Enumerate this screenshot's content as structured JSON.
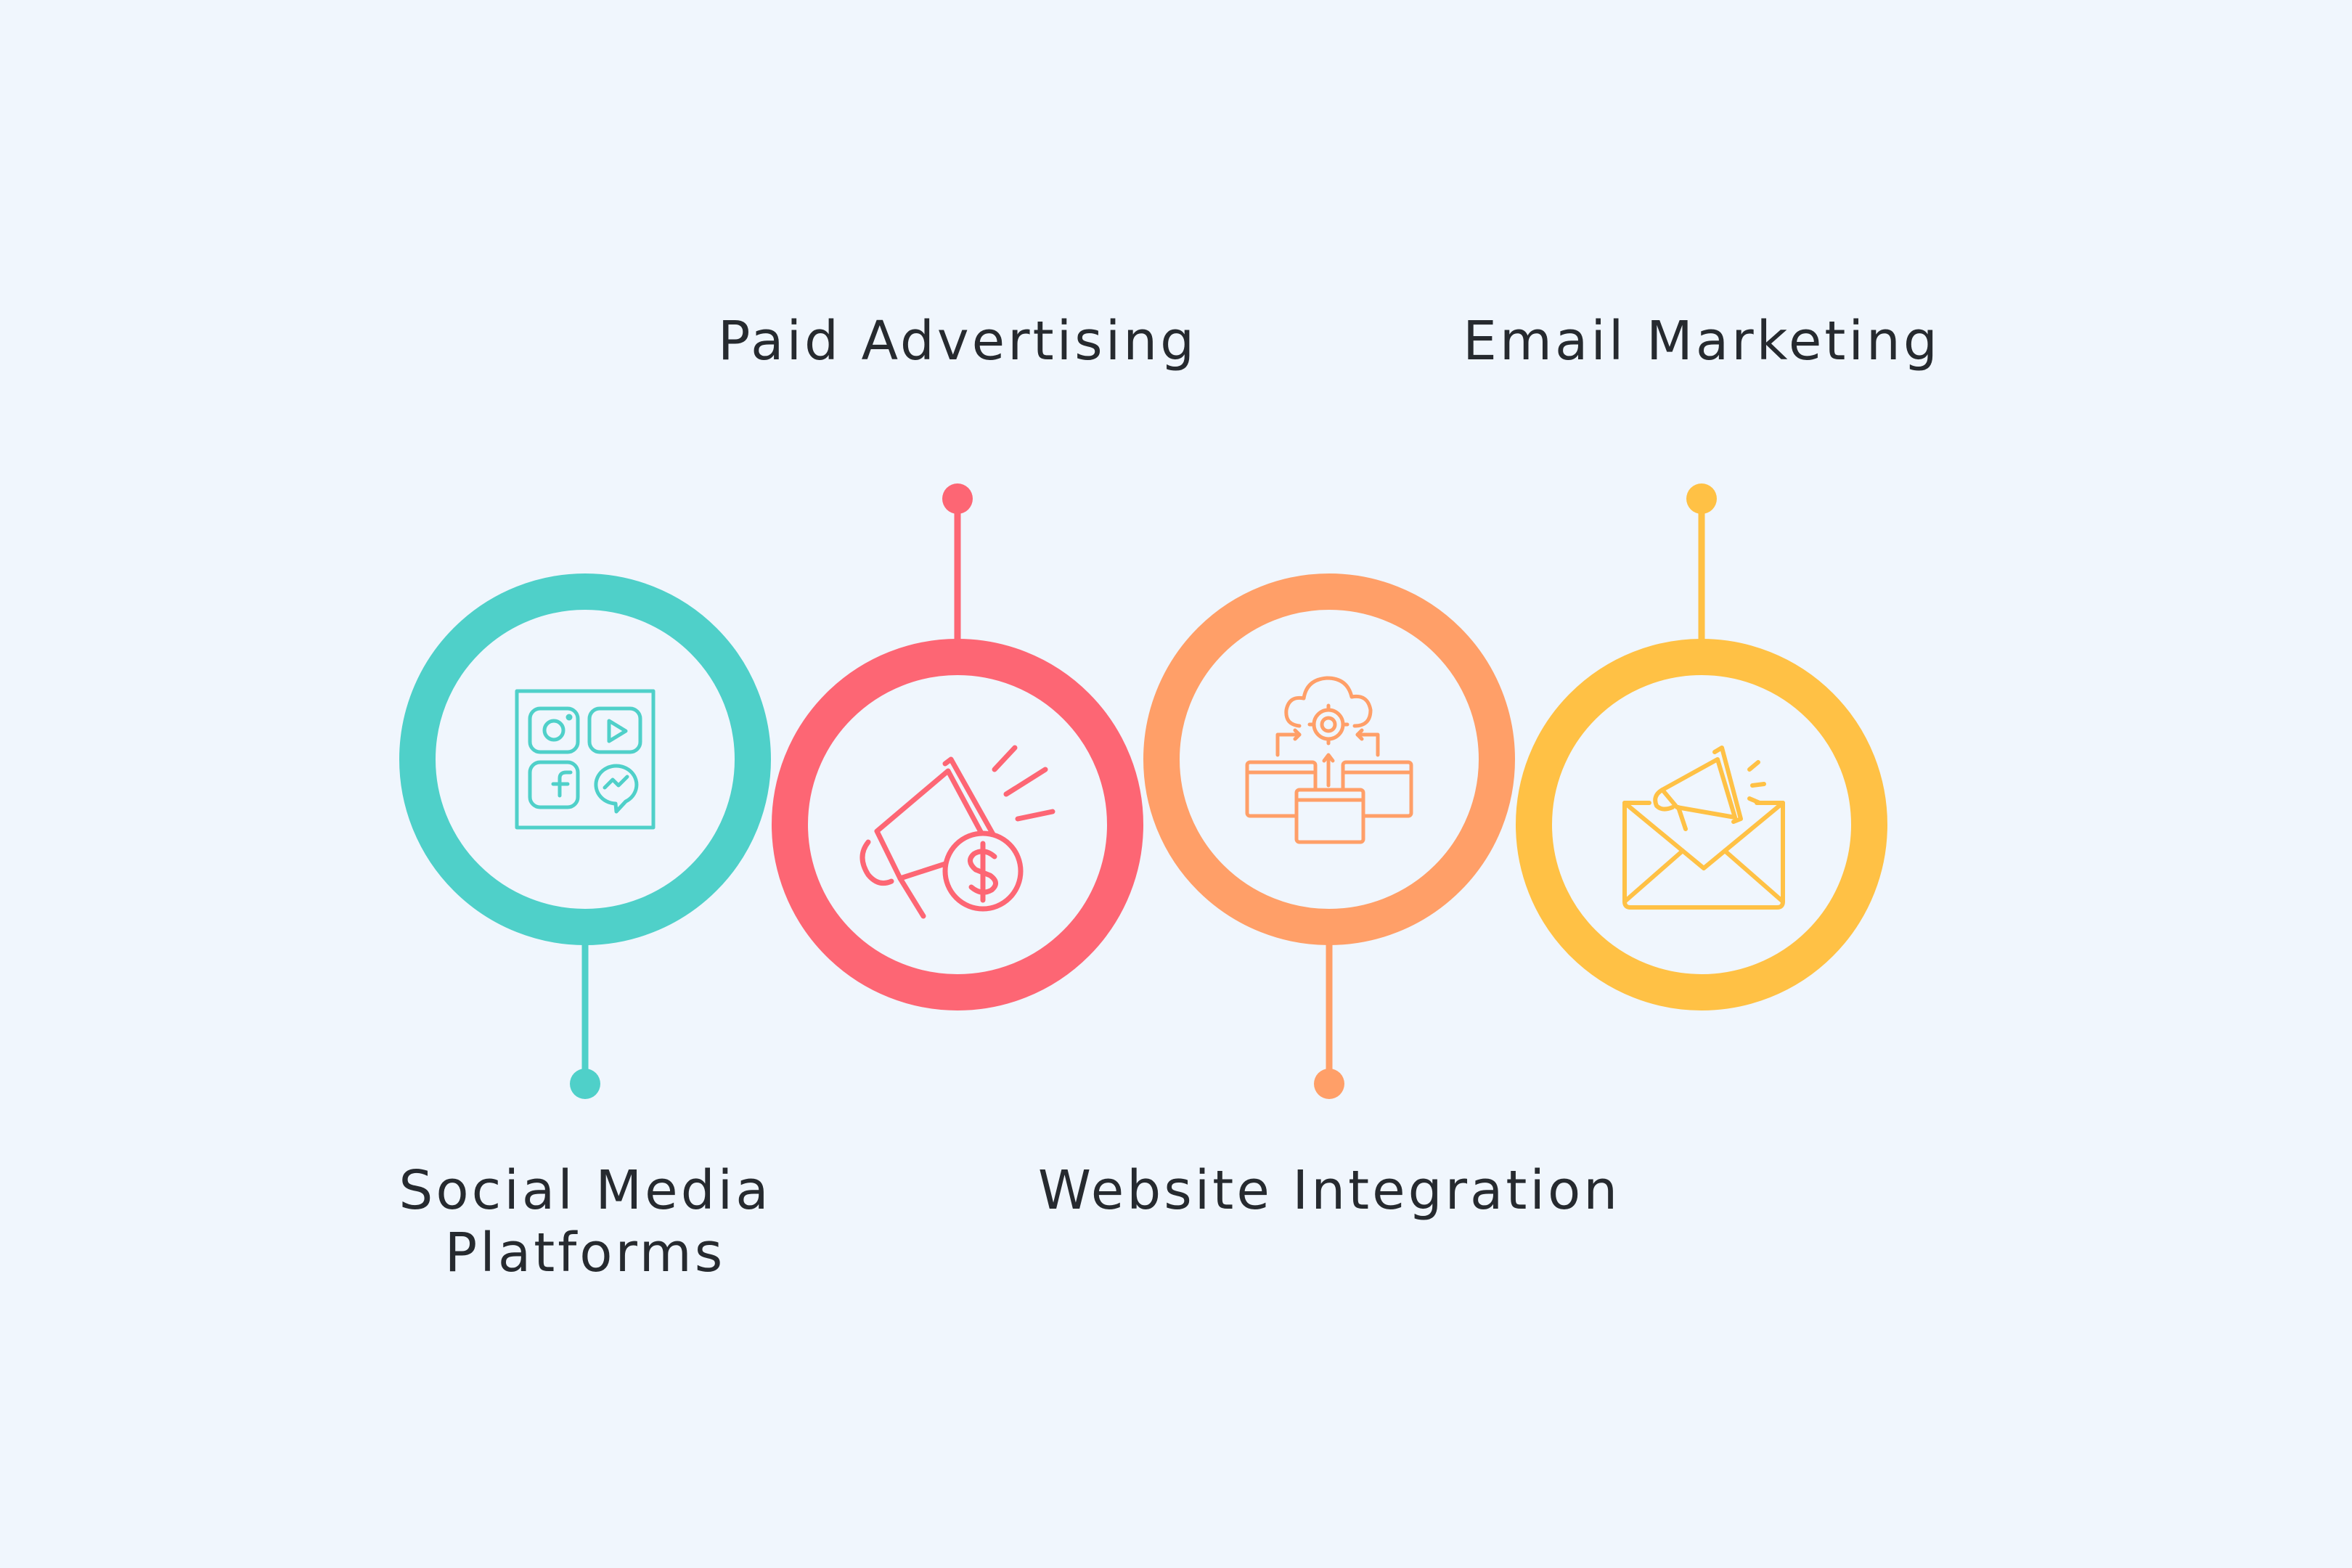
{
  "steps": [
    {
      "label": "Social Media\nPlatforms",
      "color": "#4fd0c9",
      "icon": "social-media-apps-icon"
    },
    {
      "label": "Paid Advertising",
      "color": "#fd6674",
      "icon": "megaphone-dollar-icon"
    },
    {
      "label": "Website Integration",
      "color": "#ff9f68",
      "icon": "cloud-gear-browser-windows-icon"
    },
    {
      "label": "Email Marketing",
      "color": "#ffc145",
      "icon": "envelope-megaphone-icon"
    }
  ],
  "background": "#f0f6fd",
  "text_color": "#262a2f"
}
